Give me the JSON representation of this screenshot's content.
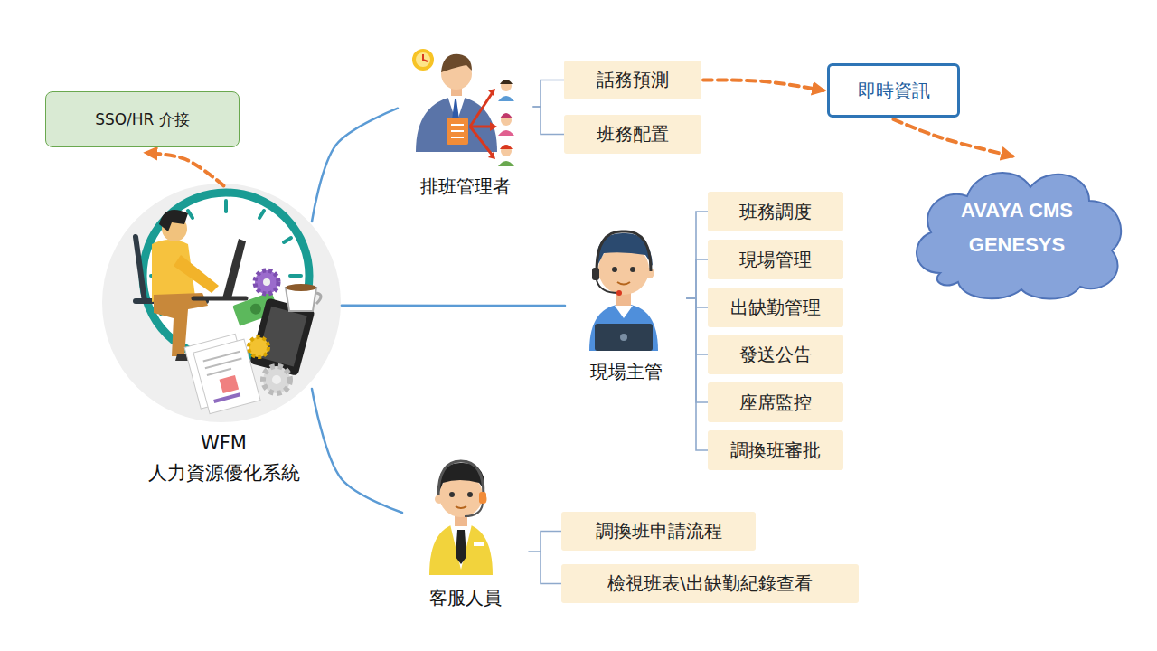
{
  "diagram": {
    "nodes": [
      {
        "text": [
          "SSO/HR 介接"
        ]
      },
      {
        "text": [
          "WFM",
          "人力資源優化系統"
        ]
      },
      {
        "text": [
          "排班管理者"
        ]
      },
      {
        "text": [
          "話務預測"
        ]
      },
      {
        "text": [
          "班務配置"
        ]
      },
      {
        "text": [
          "即時資訊"
        ]
      },
      {
        "text": [
          "AVAYA CMS GENESYS"
        ]
      },
      {
        "text": [
          "現場主管"
        ]
      },
      {
        "text": [
          "班務調度"
        ]
      },
      {
        "text": [
          "現場管理"
        ]
      },
      {
        "text": [
          "出缺勤管理"
        ]
      },
      {
        "text": [
          "發送公告"
        ]
      },
      {
        "text": [
          "座席監控"
        ]
      },
      {
        "text": [
          "調換班審批"
        ]
      },
      {
        "text": [
          "客服人員"
        ]
      },
      {
        "text": [
          "調換班申請流程"
        ]
      },
      {
        "text": [
          "檢視班表\\出缺勤紀錄查看"
        ]
      }
    ],
    "edges": [
      {
        "from": 1,
        "to": 0,
        "arrow": "to"
      },
      {
        "from": 1,
        "to": 2,
        "arrow": "none"
      },
      {
        "from": 1,
        "to": 7,
        "arrow": "none"
      },
      {
        "from": 1,
        "to": 14,
        "arrow": "none"
      },
      {
        "from": 2,
        "to": 3,
        "arrow": "none"
      },
      {
        "from": 2,
        "to": 4,
        "arrow": "none"
      },
      {
        "from": 3,
        "to": 5,
        "arrow": "to"
      },
      {
        "from": 5,
        "to": 6,
        "arrow": "to"
      },
      {
        "from": 7,
        "to": 8,
        "arrow": "none"
      },
      {
        "from": 7,
        "to": 9,
        "arrow": "none"
      },
      {
        "from": 7,
        "to": 10,
        "arrow": "none"
      },
      {
        "from": 7,
        "to": 11,
        "arrow": "none"
      },
      {
        "from": 7,
        "to": 12,
        "arrow": "none"
      },
      {
        "from": 7,
        "to": 13,
        "arrow": "none"
      },
      {
        "from": 14,
        "to": 15,
        "arrow": "none"
      },
      {
        "from": 14,
        "to": 16,
        "arrow": "none"
      }
    ]
  }
}
